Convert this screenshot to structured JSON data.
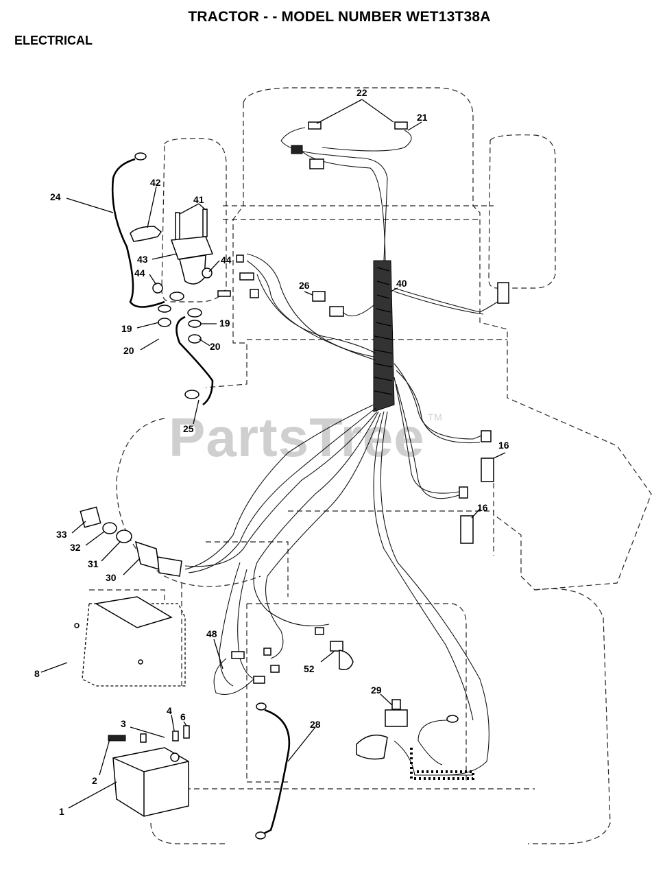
{
  "header": {
    "title": "TRACTOR - - MODEL NUMBER WET13T38A",
    "section": "ELECTRICAL"
  },
  "watermark": {
    "text": "PartsTree",
    "mark": "TM"
  },
  "callouts": [
    "1",
    "2",
    "3",
    "4",
    "6",
    "8",
    "16",
    "16",
    "19",
    "19",
    "20",
    "20",
    "21",
    "22",
    "24",
    "25",
    "26",
    "28",
    "29",
    "30",
    "31",
    "32",
    "33",
    "40",
    "41",
    "42",
    "43",
    "44",
    "44",
    "48",
    "52"
  ]
}
